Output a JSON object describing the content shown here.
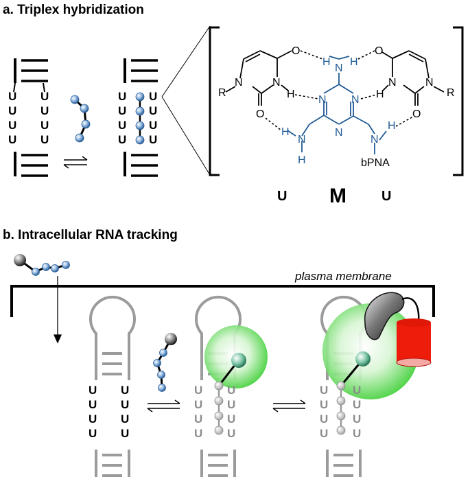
{
  "panel_a": {
    "title": "a. Triplex hybridization",
    "base_u": "U",
    "labels": {
      "left": "U",
      "middle": "M",
      "right": "U"
    },
    "atoms": {
      "O": "O",
      "N": "N",
      "H": "H",
      "R": "R",
      "bpna": "bPNA"
    }
  },
  "panel_b": {
    "title": "b. Intracellular RNA tracking",
    "membrane_label": "plasma membrane",
    "base_u": "U"
  },
  "colors": {
    "bead_blue": "#7fa8d6",
    "green_sphere": "#39d431",
    "red_cylinder": "#ee1c0a",
    "gray_strand": "#9b9b9b",
    "m_base_blue": "#1f5a94"
  }
}
